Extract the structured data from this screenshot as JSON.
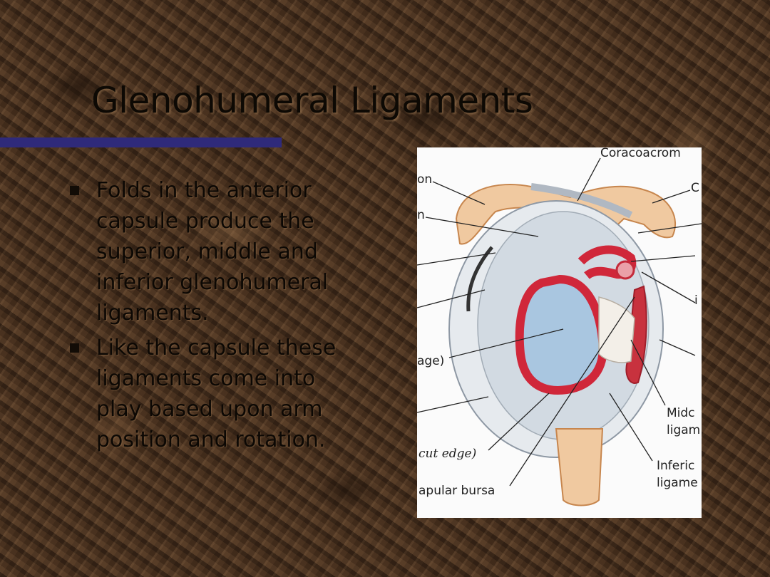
{
  "slide": {
    "title": "Glenohumeral Ligaments",
    "accent_rule_color": "#2f2a7a",
    "bullets": [
      "Folds in the anterior capsule produce the superior, middle and inferior glenohumeral ligaments.",
      "Like the capsule these ligaments come into play based upon arm position and rotation."
    ]
  },
  "figure": {
    "labels": {
      "coracoacrom": "Coracoacrom",
      "c": "C",
      "on": "on",
      "n": "n",
      "age": "age)",
      "cut_edge": "cut edge)",
      "apular_bursa": "apular bursa",
      "mid": "Midc",
      "ligam1": "ligam",
      "inferi": "Inferic",
      "ligame": "ligame",
      "i": "i"
    }
  }
}
